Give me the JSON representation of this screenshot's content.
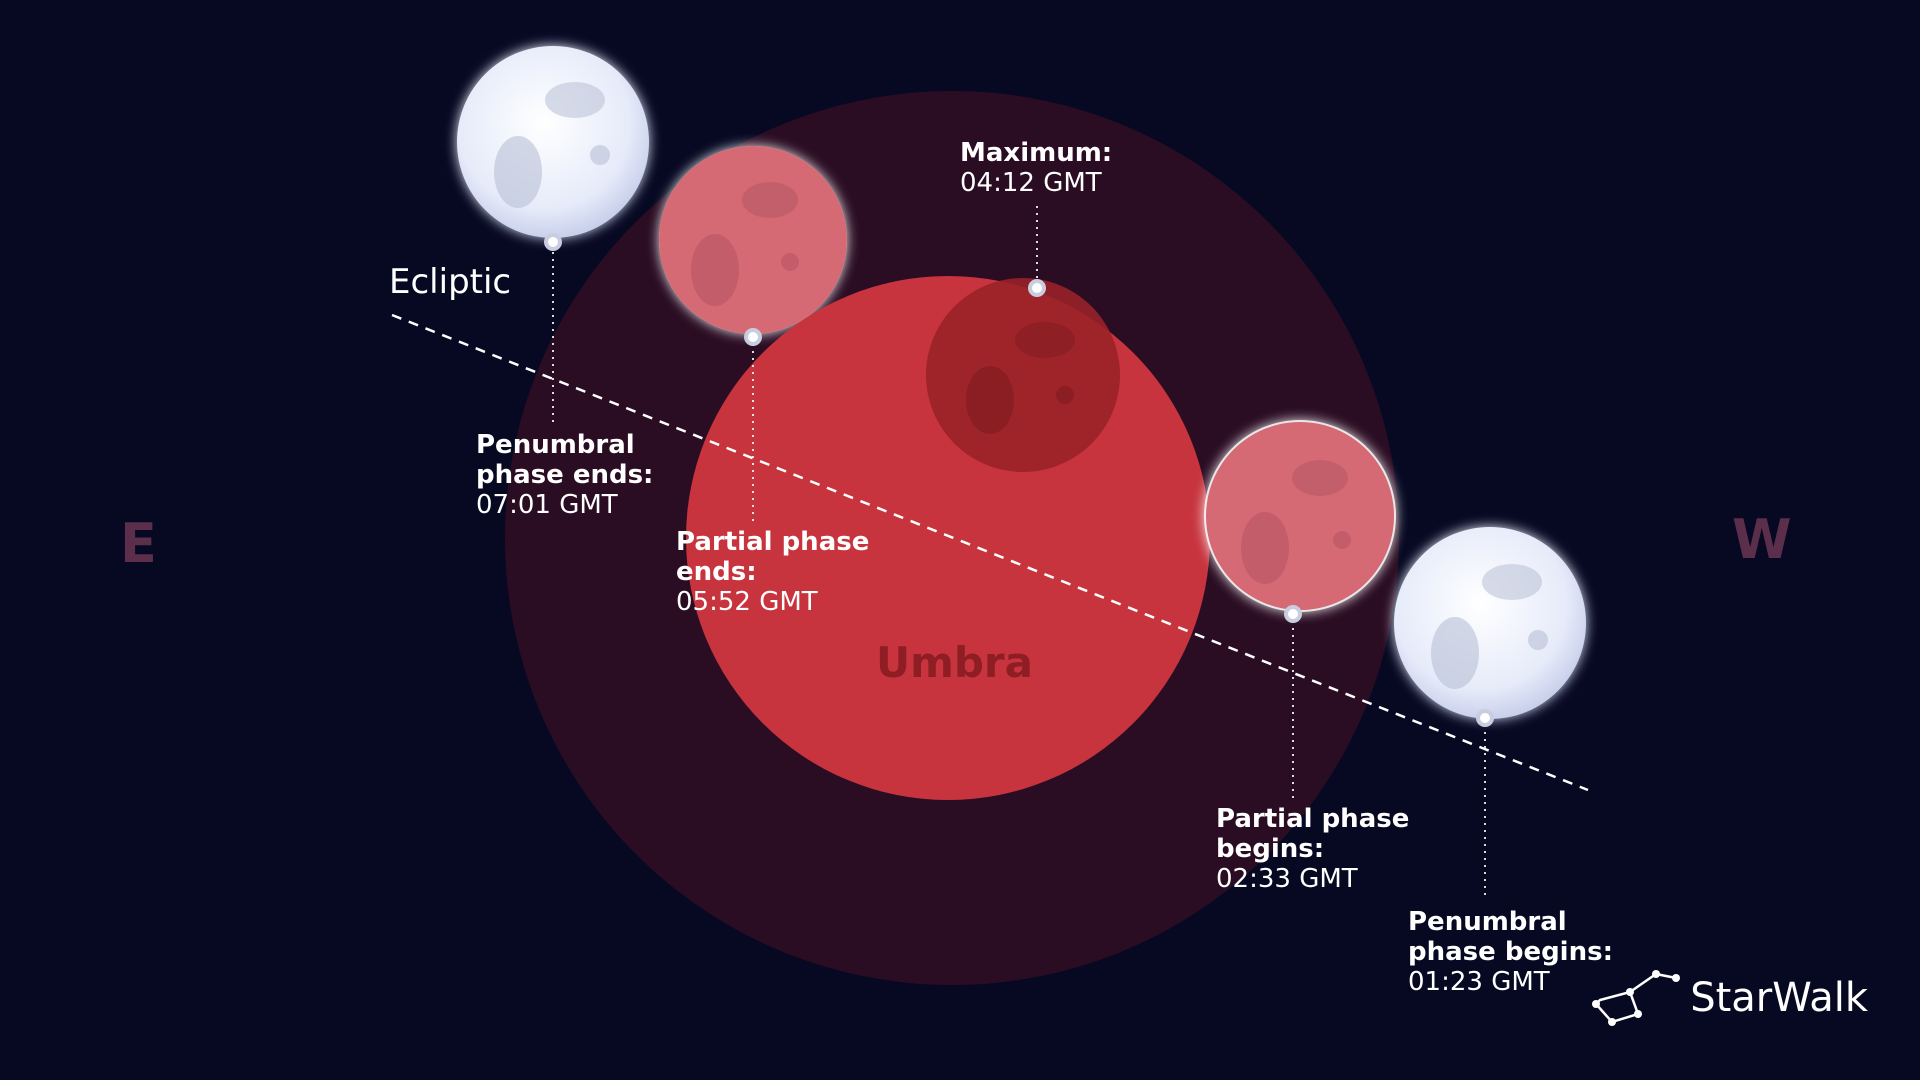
{
  "directions": {
    "east": "E",
    "west": "W"
  },
  "ecliptic_label": "Ecliptic",
  "umbra_label": "Umbra",
  "phases": [
    {
      "id": "penumbral-ends",
      "title_line1": "Penumbral",
      "title_line2": "phase ends:",
      "time": "07:01 GMT"
    },
    {
      "id": "partial-ends",
      "title_line1": "Partial phase",
      "title_line2": "ends:",
      "time": "05:52 GMT"
    },
    {
      "id": "maximum",
      "title_line1": "Maximum:",
      "title_line2": "",
      "time": "04:12 GMT"
    },
    {
      "id": "partial-begins",
      "title_line1": "Partial phase",
      "title_line2": "begins:",
      "time": "02:33 GMT"
    },
    {
      "id": "penumbral-begins",
      "title_line1": "Penumbral",
      "title_line2": "phase begins:",
      "time": "01:23 GMT"
    }
  ],
  "brand": {
    "name": "StarWalk",
    "icon": "constellation-icon"
  },
  "colors": {
    "background": "#070923",
    "penumbra": "#2b0d23",
    "umbra": "#c7343e",
    "moon_white": "#eef2ff",
    "moon_red": "#d56a75",
    "moon_dark": "#9a2228"
  }
}
